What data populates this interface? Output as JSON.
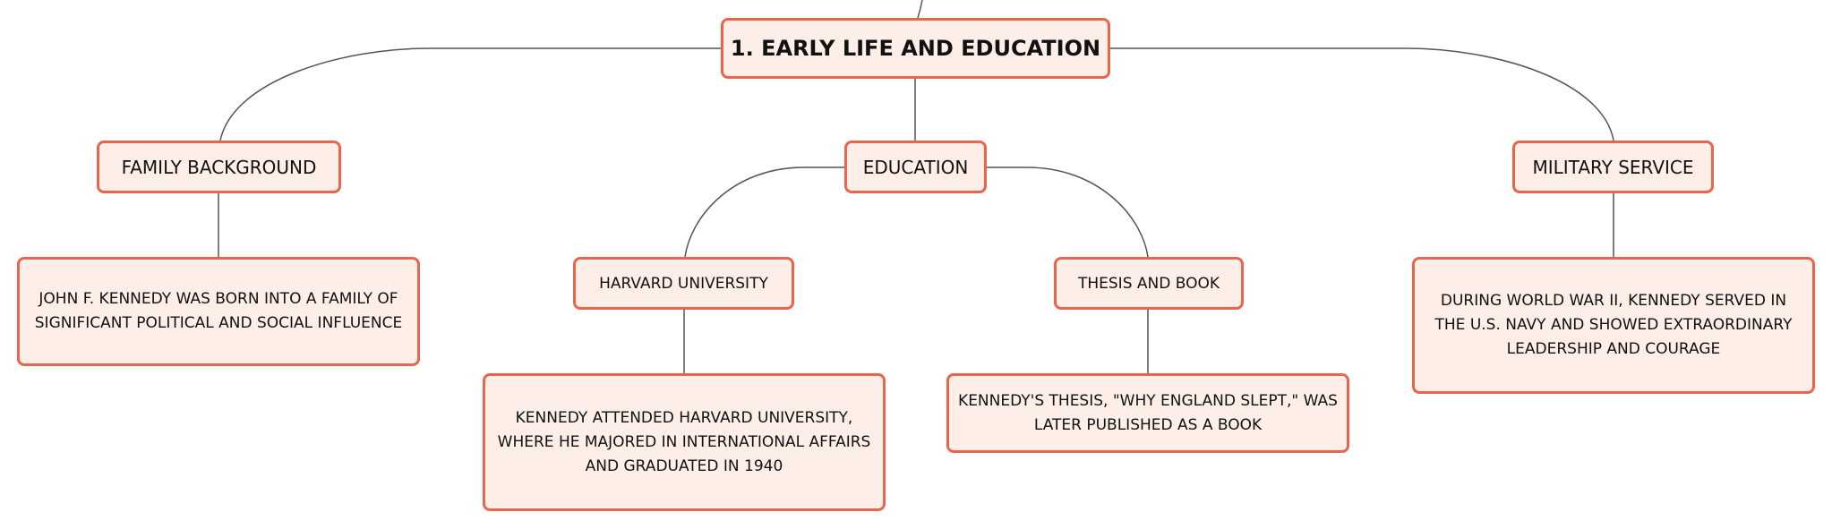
{
  "colors": {
    "node_fill": "#fdeee8",
    "node_border": "#e8664e",
    "connector": "#555555",
    "text": "#111111"
  },
  "root": {
    "label": "1. EARLY LIFE AND EDUCATION"
  },
  "branches": {
    "family": {
      "label": "FAMILY BACKGROUND",
      "detail": "JOHN F. KENNEDY WAS BORN INTO A FAMILY OF SIGNIFICANT POLITICAL AND SOCIAL INFLUENCE"
    },
    "education": {
      "label": "EDUCATION",
      "harvard": {
        "label": "HARVARD UNIVERSITY",
        "detail": "KENNEDY ATTENDED HARVARD UNIVERSITY, WHERE HE MAJORED IN INTERNATIONAL AFFAIRS AND GRADUATED IN 1940"
      },
      "thesis": {
        "label": "THESIS AND BOOK",
        "detail": "KENNEDY'S THESIS, \"WHY ENGLAND SLEPT,\" WAS LATER PUBLISHED AS A BOOK"
      }
    },
    "military": {
      "label": "MILITARY SERVICE",
      "detail": "DURING WORLD WAR II, KENNEDY SERVED IN THE U.S. NAVY AND SHOWED EXTRAORDINARY LEADERSHIP AND COURAGE"
    }
  }
}
